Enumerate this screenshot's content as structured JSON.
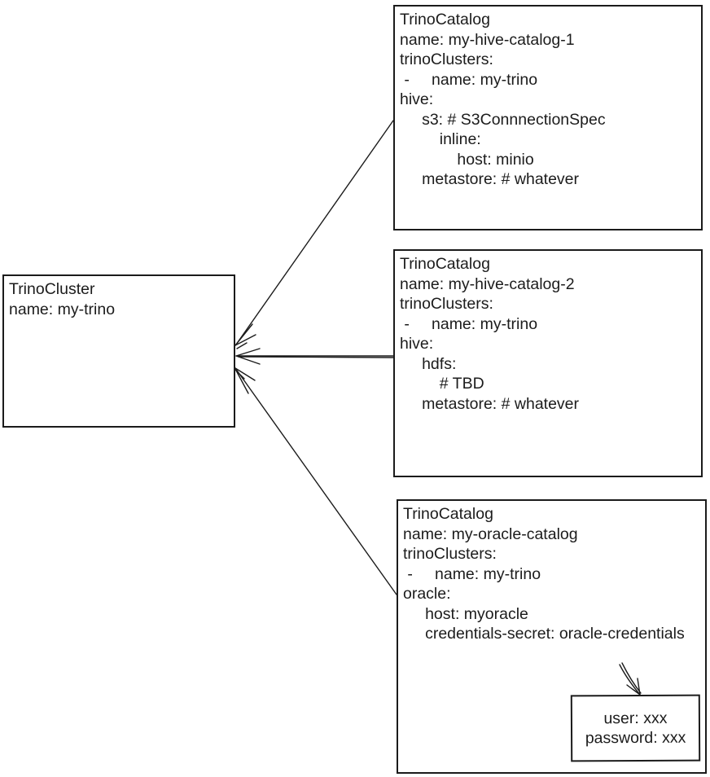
{
  "canvas": {
    "background": "#ffffff",
    "stroke_color": "#1b1b1b",
    "text_color": "#1c1c1c"
  },
  "cluster_box": {
    "lines": [
      "TrinoCluster",
      "name: my-trino"
    ]
  },
  "catalog_boxes": [
    {
      "lines": [
        "TrinoCatalog",
        "name: my-hive-catalog-1",
        "trinoClusters:",
        " -     name: my-trino",
        "hive:",
        "     s3: # S3ConnnectionSpec",
        "         inline:",
        "             host: minio",
        "     metastore: # whatever"
      ]
    },
    {
      "lines": [
        "TrinoCatalog",
        "name: my-hive-catalog-2",
        "trinoClusters:",
        " -     name: my-trino",
        "hive:",
        "     hdfs:",
        "         # TBD",
        "     metastore: # whatever"
      ]
    },
    {
      "lines": [
        "TrinoCatalog",
        "name: my-oracle-catalog",
        "trinoClusters:",
        " -     name: my-trino",
        "oracle:",
        "     host: myoracle",
        "     credentials-secret: oracle-credentials"
      ]
    }
  ],
  "secret_box": {
    "lines": [
      "user: xxx",
      "password: xxx"
    ]
  }
}
